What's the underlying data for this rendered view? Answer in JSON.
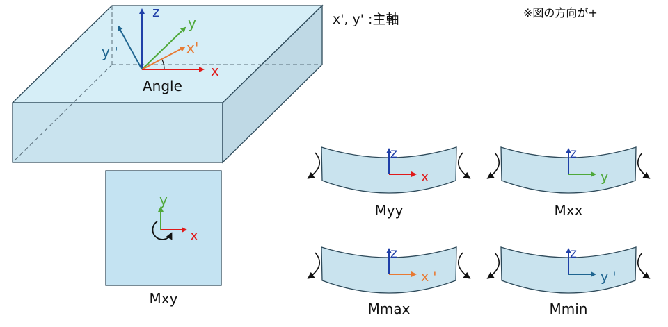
{
  "colors": {
    "fill_light": "#D6EEF7",
    "fill_front": "#C9E3EE",
    "fill_side": "#BFD9E5",
    "fill_square": "#C4E3F2",
    "stroke": "#2E4A5A",
    "axis_z": "#1F3FA8",
    "axis_y": "#4FA83A",
    "axis_x": "#E01A1A",
    "axis_xp": "#E87A33",
    "axis_yp": "#1F6590",
    "text": "#111111"
  },
  "header": {
    "principal_axes_note": "x', y' :主軸",
    "direction_note": "※図の方向が+"
  },
  "box": {
    "axes": {
      "z": "z",
      "y": "y",
      "x_prime": "x'",
      "y_prime": "y '",
      "x": "x"
    },
    "angle_label": "Angle"
  },
  "mxy_panel": {
    "axes": {
      "y": "y",
      "x": "x"
    },
    "caption": "Mxy"
  },
  "beams": [
    {
      "caption": "Myy",
      "axis_z": "z",
      "axis_h": "x",
      "h_color": "axis_x"
    },
    {
      "caption": "Mxx",
      "axis_z": "z",
      "axis_h": "y",
      "h_color": "axis_y"
    },
    {
      "caption": "Mmax",
      "axis_z": "z",
      "axis_h": "x '",
      "h_color": "axis_xp"
    },
    {
      "caption": "Mmin",
      "axis_z": "z",
      "axis_h": "y '",
      "h_color": "axis_yp"
    }
  ]
}
